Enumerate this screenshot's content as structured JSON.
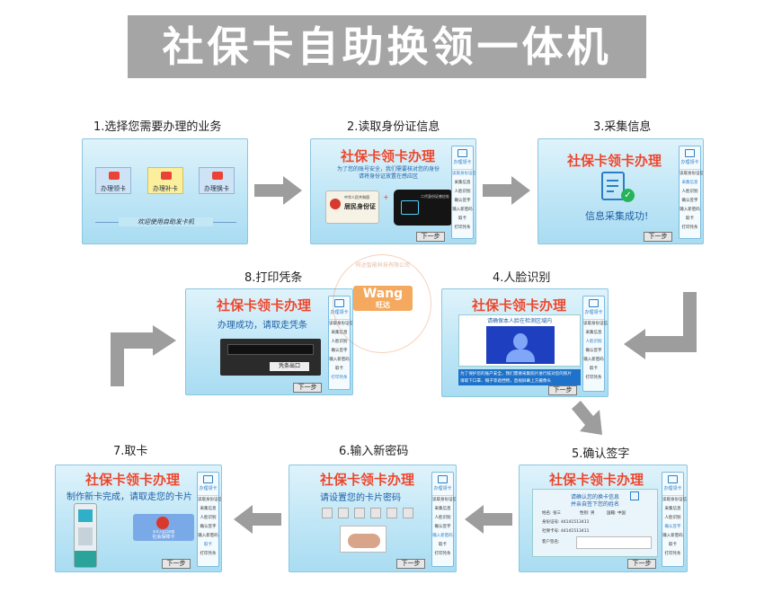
{
  "banner": {
    "title": "社保卡自助换领一体机"
  },
  "screen_title": "社保卡领卡办理",
  "next_label": "下一步",
  "sidebar": {
    "head": "办理领卡",
    "items": [
      "读取身份证信息",
      "采集信息",
      "人脸识别",
      "确认签字",
      "输入新密码",
      "取卡",
      "打印凭条"
    ]
  },
  "steps": {
    "s1": {
      "label": "1.选择您需要办理的业务",
      "cards": [
        "办理领卡",
        "办理补卡",
        "办理换卡"
      ],
      "welcome": "欢迎使用自助发卡机"
    },
    "s2": {
      "label": "2.读取身份证信息",
      "msg": "为了您的账号安全，我们需要核对您的身份\n请将身份证放置在感应区",
      "id_card": "居民身份证",
      "id_nation": "中华人民共和国",
      "reader": "二代身份证感应处"
    },
    "s3": {
      "label": "3.采集信息",
      "msg": "信息采集成功!"
    },
    "s4": {
      "label": "4.人脸识别",
      "msg": "请确保本人脸在检测区域内",
      "note": "为了保护您的账户安全，我们需要采集照片进行核对您的照片\n请取下口罩、帽子等遮挡物，直视屏幕上方摄像头"
    },
    "s5": {
      "label": "5.确认签字",
      "msg": "请确认您的换卡信息",
      "msg2": "并亲自签下您的姓名",
      "fields": [
        "姓名: 张三",
        "性别: 男",
        "国籍: 中国",
        "身份证号: 44141513411",
        "社保卡号: 44141513411",
        "客户签名:"
      ]
    },
    "s6": {
      "label": "6.输入新密码",
      "msg": "请设置您的卡片密码"
    },
    "s7": {
      "label": "7.取卡",
      "msg": "制作新卡完成，请取走您的卡片",
      "card_text": "社会保障卡",
      "card_nation": "中华人民共和国"
    },
    "s8": {
      "label": "8.打印凭条",
      "msg": "办理成功，请取走凭条",
      "slot": "凭条出口"
    }
  },
  "watermark": {
    "company": "旺达智能科技有限公司",
    "logo": "Wang",
    "logo_sub": "旺达"
  },
  "colors": {
    "title_red": "#e8472f",
    "screen_blue": "#bfe6f6",
    "text_blue": "#1f5fa6",
    "arrow_gray": "#9d9d9d",
    "banner_gray": "#a5a5a5"
  }
}
